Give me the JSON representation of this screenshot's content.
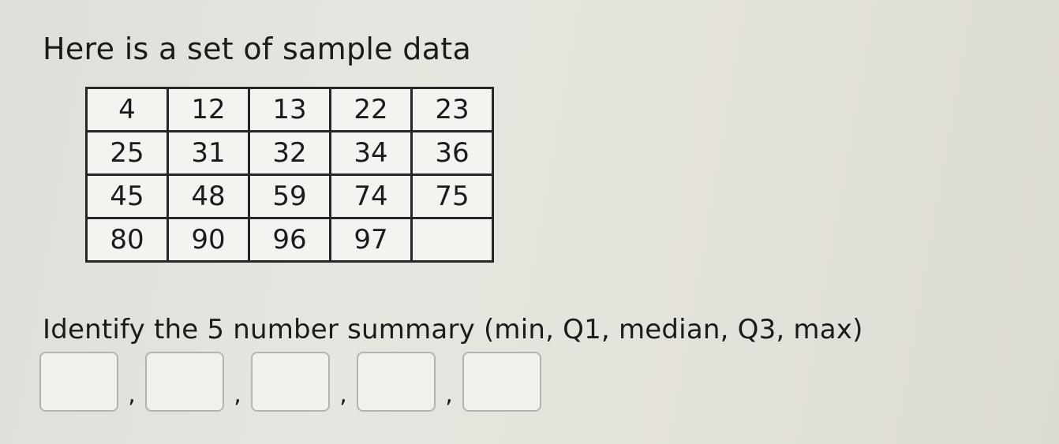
{
  "prompt": "Here is a set of sample data",
  "table": {
    "rows": [
      [
        "4",
        "12",
        "13",
        "22",
        "23"
      ],
      [
        "25",
        "31",
        "32",
        "34",
        "36"
      ],
      [
        "45",
        "48",
        "59",
        "74",
        "75"
      ],
      [
        "80",
        "90",
        "96",
        "97",
        ""
      ]
    ]
  },
  "question": "Identify the 5 number summary (min, Q1, median, Q3, max)",
  "answers": {
    "separator": ",",
    "fields": [
      {
        "value": ""
      },
      {
        "value": ""
      },
      {
        "value": ""
      },
      {
        "value": ""
      },
      {
        "value": ""
      }
    ]
  }
}
